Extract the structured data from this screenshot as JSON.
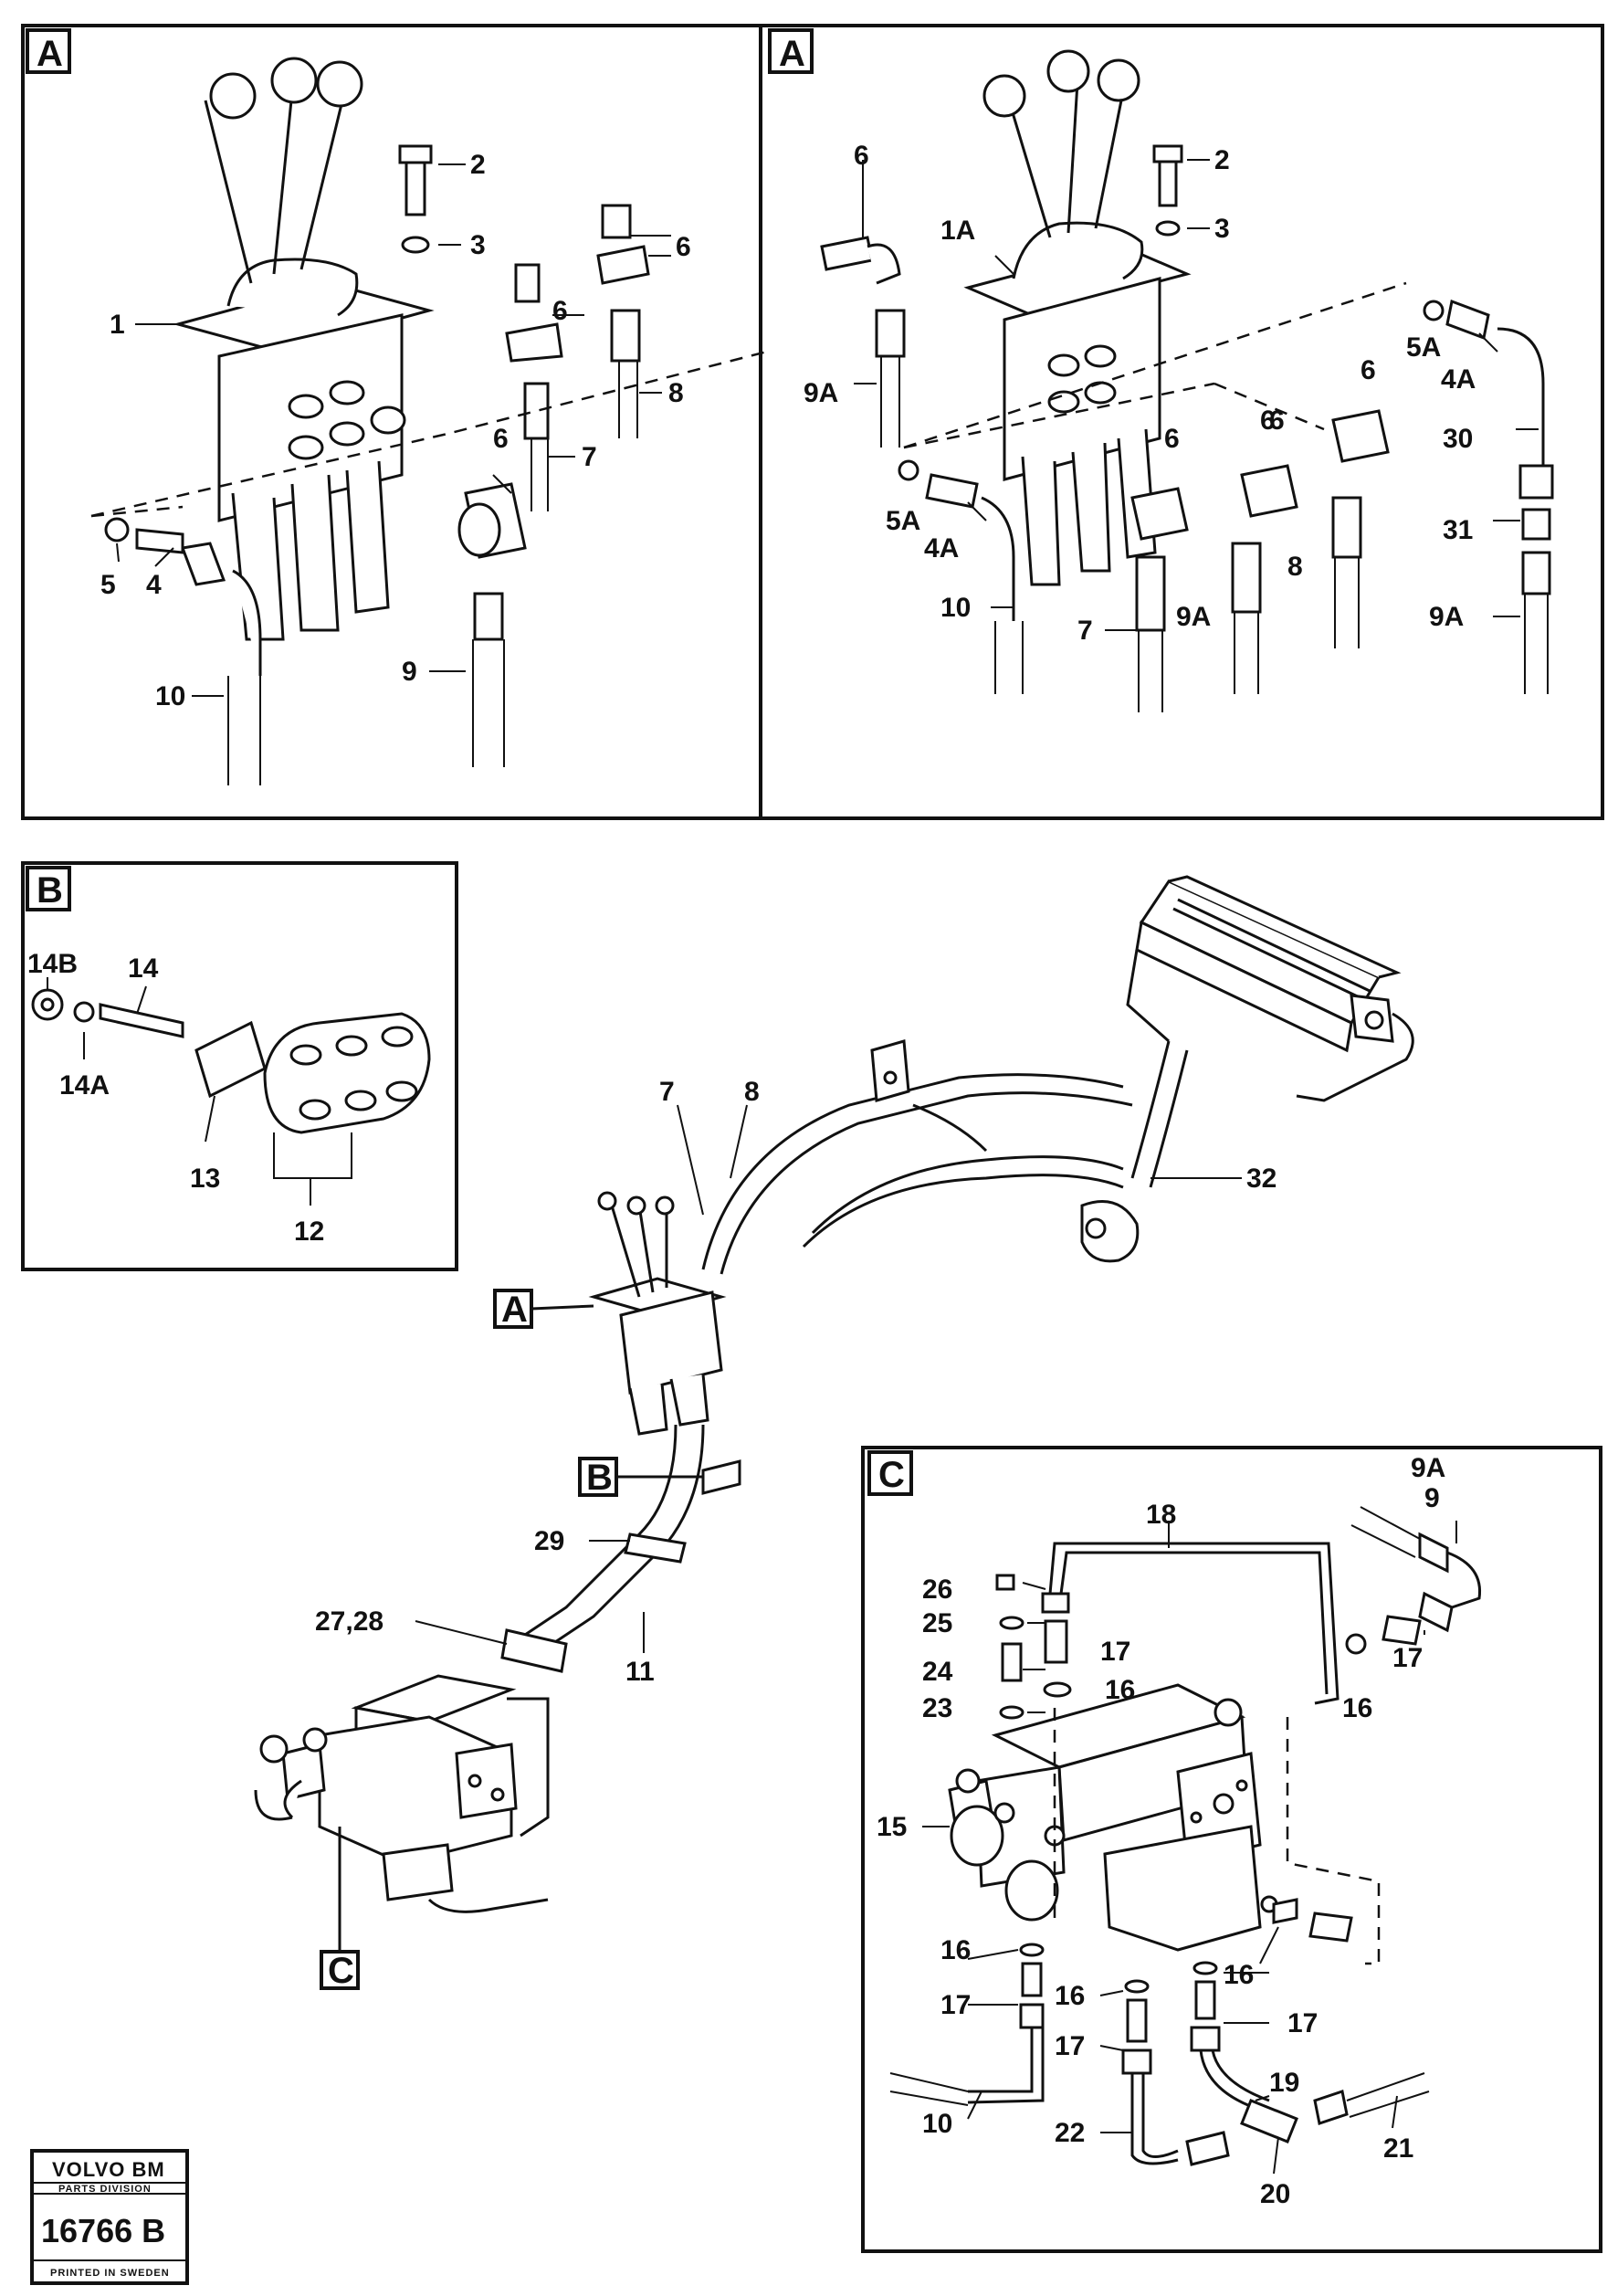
{
  "panels": {
    "a_left": {
      "letter": "A"
    },
    "a_right": {
      "letter": "A"
    },
    "b": {
      "letter": "B"
    },
    "c": {
      "letter": "C"
    }
  },
  "callouts": {
    "main_a": "A",
    "main_b": "B",
    "main_c": "C"
  },
  "labels": {
    "a_left": [
      "1",
      "2",
      "3",
      "4",
      "5",
      "6",
      "6",
      "6",
      "7",
      "8",
      "9",
      "10"
    ],
    "a_right": [
      "1A",
      "2",
      "3",
      "4A",
      "4A",
      "5A",
      "5A",
      "6",
      "6",
      "6",
      "6",
      "6",
      "7",
      "8",
      "9A",
      "9A",
      "9A",
      "10",
      "30",
      "31"
    ],
    "b": [
      "12",
      "13",
      "14",
      "14A",
      "14B"
    ],
    "main": [
      "7",
      "8",
      "11",
      "27,28",
      "29",
      "32"
    ],
    "c": [
      "9A",
      "9",
      "10",
      "15",
      "16",
      "16",
      "16",
      "16",
      "16",
      "17",
      "17",
      "17",
      "17",
      "17",
      "18",
      "19",
      "20",
      "21",
      "22",
      "23",
      "24",
      "25",
      "26"
    ]
  },
  "stamp": {
    "brand": "VOLVO BM",
    "division": "PARTS DIVISION",
    "number": "16766 B",
    "printed": "PRINTED IN SWEDEN"
  }
}
